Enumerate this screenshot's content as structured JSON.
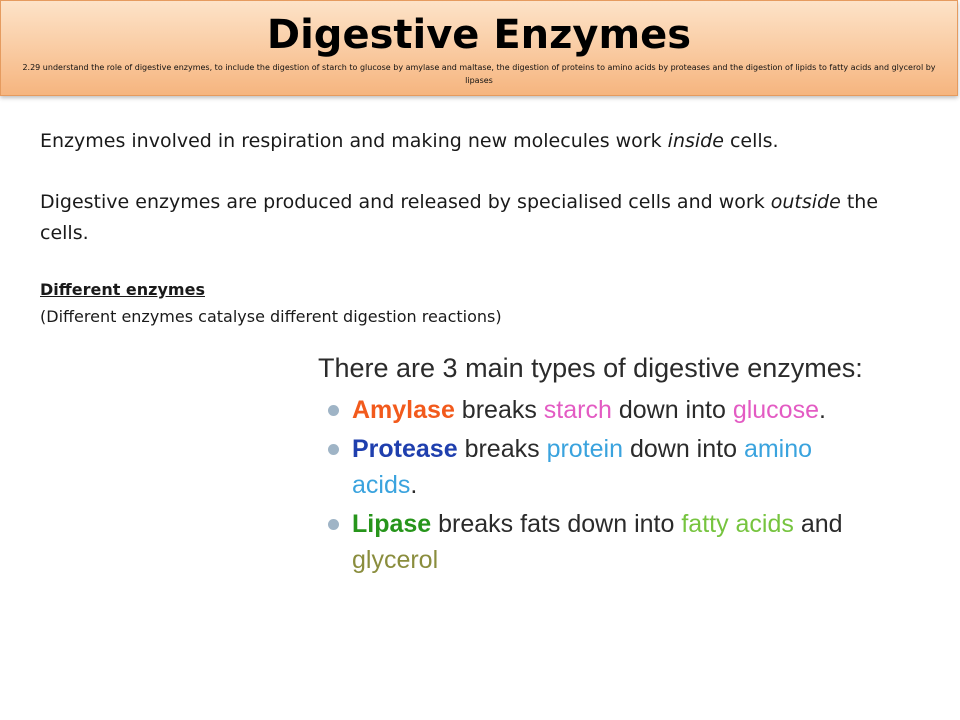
{
  "header": {
    "title": "Digestive Enzymes",
    "subtitle": "2.29 understand the role of digestive enzymes, to include the digestion of starch to glucose by amylase and maltase, the digestion of proteins to amino acids by proteases and the digestion of lipids to fatty acids and glycerol by lipases"
  },
  "body": {
    "para1": {
      "before": "Enzymes involved in respiration and making new molecules work ",
      "em": "inside",
      "after": " cells."
    },
    "para2": {
      "before": "Digestive enzymes are produced and released by specialised cells and work ",
      "em": "outside",
      "after": " the cells."
    },
    "section_heading": "Different enzymes",
    "section_note": "(Different enzymes catalyse different digestion reactions)"
  },
  "panel": {
    "intro": "There are 3 main types of digestive enzymes:",
    "items": [
      {
        "enzyme": "Amylase",
        "verb": " breaks ",
        "substrate": "starch",
        "mid": " down into ",
        "product": "glucose",
        "end": "."
      },
      {
        "enzyme": "Protease",
        "verb": " breaks ",
        "substrate": "protein",
        "mid": " down into ",
        "product": "amino acids",
        "end": "."
      },
      {
        "enzyme": "Lipase",
        "verb": " breaks fats down into ",
        "product1": "fatty acids",
        "mid": " and ",
        "product2": "glycerol"
      }
    ]
  },
  "colors": {
    "banner_gradient": [
      "#fde3c8",
      "#f6b57f"
    ],
    "amylase": "#f25a1c",
    "amylase_terms": "#e35bc3",
    "protease": "#1f3fae",
    "protease_terms": "#3aa3de",
    "lipase": "#27951b",
    "lipase_fatty": "#76c43f",
    "lipase_glycerol": "#8a8d3d",
    "bullet": "#9fb4c6"
  }
}
